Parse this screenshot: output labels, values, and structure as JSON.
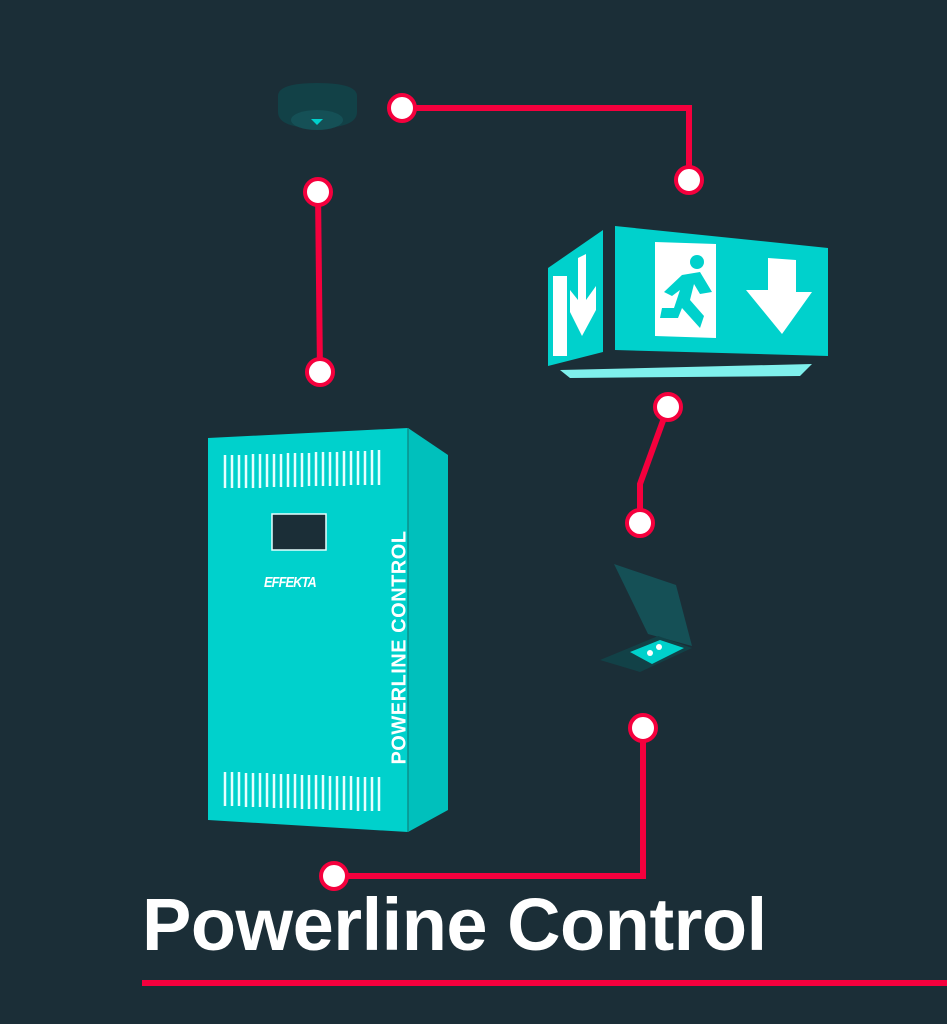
{
  "title": "Powerline Control",
  "colors": {
    "background": "#1b2e37",
    "accent_line": "#f5003d",
    "device_teal": "#00d1cc",
    "device_teal_dark": "#00b3af",
    "node_fill": "#ffffff",
    "muted_device": "#155056"
  },
  "cabinet": {
    "brand": "EFFEKTA",
    "side_label": "POWERLINE CONTROL"
  },
  "devices": [
    {
      "name": "smoke-detector",
      "label": ""
    },
    {
      "name": "exit-sign",
      "label": ""
    },
    {
      "name": "laptop",
      "label": ""
    },
    {
      "name": "powerline-cabinet",
      "label": "EFFEKTA"
    }
  ],
  "connectors": [
    {
      "from": "smoke-detector",
      "to": "exit-sign"
    },
    {
      "from": "smoke-detector",
      "to": "powerline-cabinet"
    },
    {
      "from": "exit-sign",
      "to": "laptop"
    },
    {
      "from": "laptop",
      "to": "powerline-cabinet"
    }
  ]
}
